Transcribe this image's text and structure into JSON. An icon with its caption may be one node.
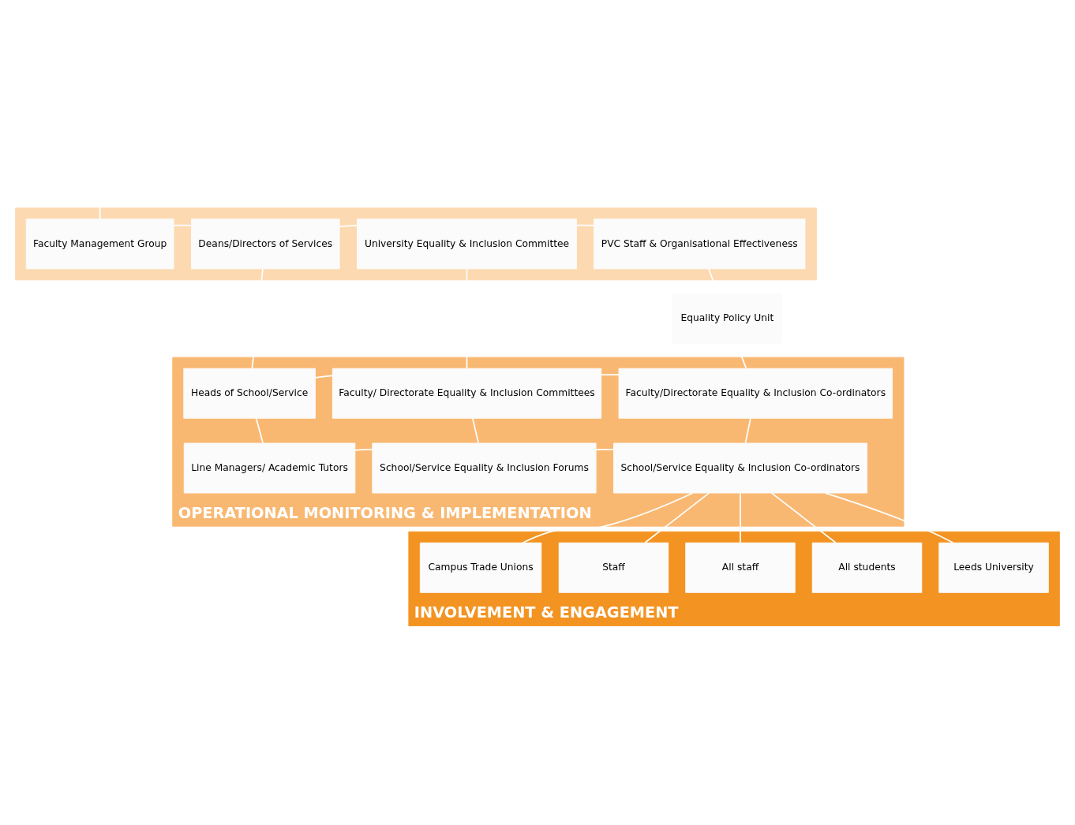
{
  "diagram": {
    "nodes": [
      {
        "text": [],
        "shape": "box"
      },
      {
        "text": [
          "Faculty Management Group"
        ],
        "in": 0
      },
      {
        "text": [
          "Deans/Directors of Services"
        ],
        "in": 0
      },
      {
        "text": [
          "University Equality & Inclusion Committee"
        ],
        "in": 0
      },
      {
        "text": [
          "PVC Staff & Organisational Effectiveness"
        ],
        "in": 0
      },
      {
        "text": [
          "OPERATIONAL MONITORING & IMPLEMENTATION"
        ]
      },
      {
        "text": [
          "Equality Policy Unit"
        ]
      },
      {
        "text": [
          "Heads of School/Service"
        ],
        "in": 5
      },
      {
        "text": [
          "Faculty/ Directorate Equality & Inclusion Committees"
        ],
        "in": 5
      },
      {
        "text": [
          "Faculty/Directorate Equality & Inclusion Co-ordinators"
        ],
        "in": 5
      },
      {
        "text": [
          "Line Managers/ Academic Tutors"
        ],
        "in": 5
      },
      {
        "text": [
          "School/Service Equality & Inclusion Forums"
        ],
        "in": 5
      },
      {
        "text": [
          "School/Service Equality & Inclusion Co-ordinators"
        ],
        "in": 5
      },
      {
        "text": [
          "INVOLVEMENT & ENGAGEMENT"
        ]
      },
      {
        "text": [
          "Campus Trade Unions"
        ],
        "in": 13
      },
      {
        "text": [
          "Staff"
        ],
        "in": 13
      },
      {
        "text": [
          "All staff"
        ],
        "in": 13
      },
      {
        "text": [
          "All students"
        ],
        "in": 13
      },
      {
        "text": [
          "Leeds University"
        ],
        "in": 13
      }
    ],
    "edges": [
      {
        "from": 1,
        "to": null,
        "arrow": "none"
      },
      {
        "from": 1,
        "to": 2,
        "arrow": "none"
      },
      {
        "from": 2,
        "to": 3,
        "arrow": "none"
      },
      {
        "from": 3,
        "to": 4,
        "arrow": "none"
      },
      {
        "from": 4,
        "to": 6,
        "arrow": "none"
      },
      {
        "from": 2,
        "to": 7,
        "arrow": "none"
      },
      {
        "from": 3,
        "to": 8,
        "arrow": "none"
      },
      {
        "from": 6,
        "to": 9,
        "arrow": "none"
      },
      {
        "from": 7,
        "to": 8,
        "arrow": "none"
      },
      {
        "from": 8,
        "to": 9,
        "arrow": "none"
      },
      {
        "from": 7,
        "to": 10,
        "arrow": "none"
      },
      {
        "from": 8,
        "to": 11,
        "arrow": "none"
      },
      {
        "from": 9,
        "to": 12,
        "arrow": "none"
      },
      {
        "from": 10,
        "to": 11,
        "arrow": "none"
      },
      {
        "from": 11,
        "to": 12,
        "arrow": "none"
      },
      {
        "from": 12,
        "to": 14,
        "arrow": "none"
      },
      {
        "from": 12,
        "to": 15,
        "arrow": "none"
      },
      {
        "from": 12,
        "to": 16,
        "arrow": "none"
      },
      {
        "from": 12,
        "to": 17,
        "arrow": "none"
      },
      {
        "from": 12,
        "to": 18,
        "arrow": "none"
      }
    ]
  }
}
